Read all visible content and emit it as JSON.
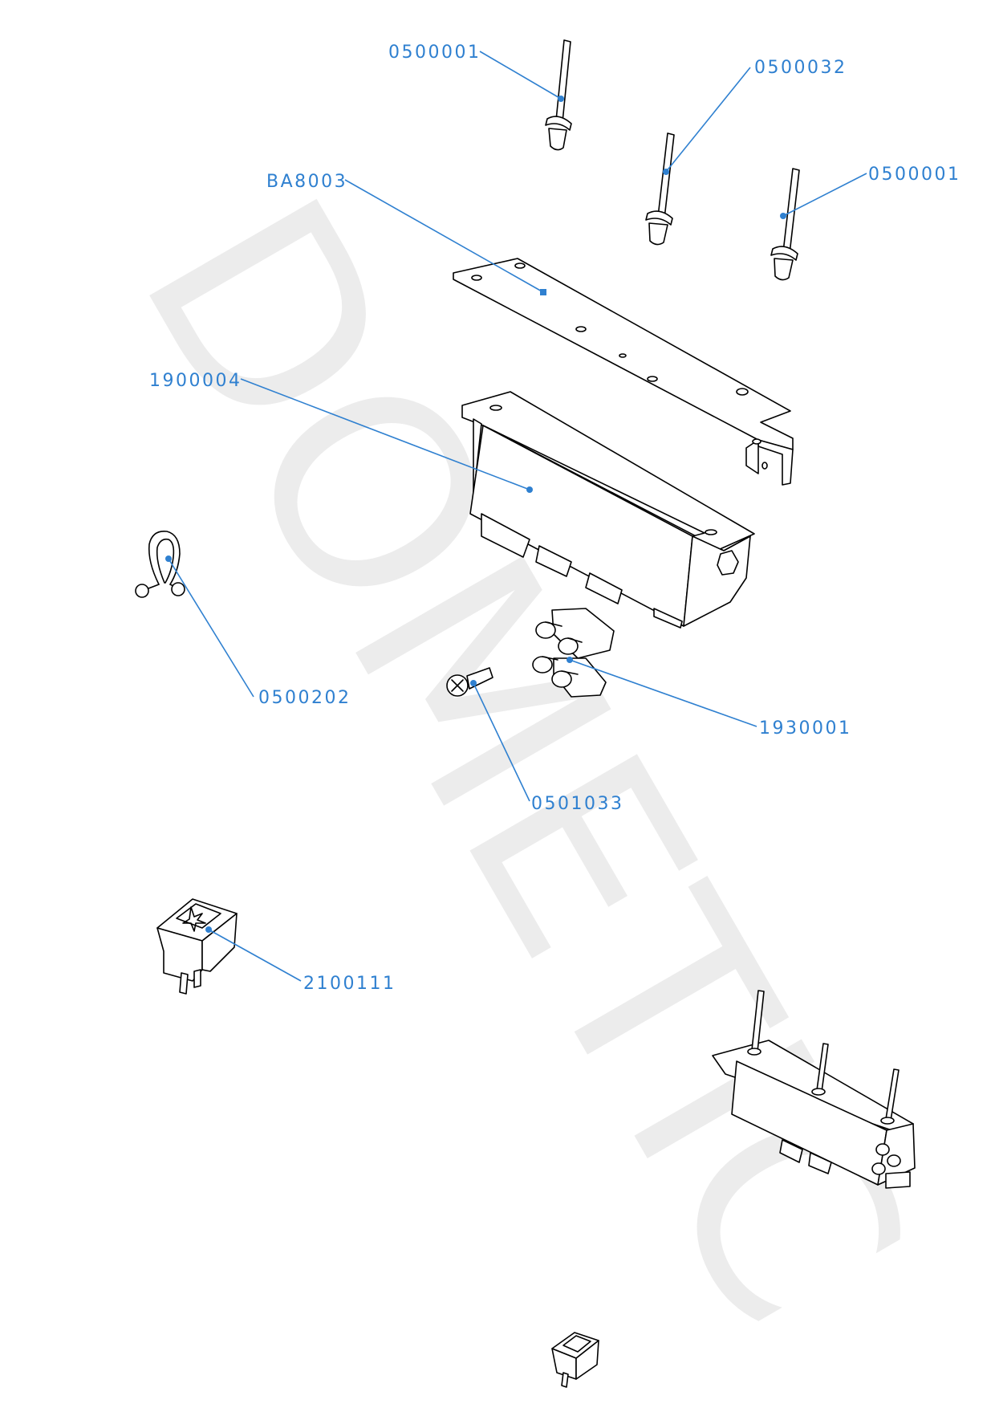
{
  "watermark": "DOMETIC",
  "labels": {
    "rivet_top": "0500001",
    "rivet_mid": "0500032",
    "rivet_right": "0500001",
    "bracket": "BA8003",
    "housing": "1900004",
    "clip": "0500202",
    "buttons": "1930001",
    "screw": "0501033",
    "rocker_switch": "2100111"
  },
  "colors": {
    "label": "#2f80d0",
    "watermark": "#ececec",
    "line_art": "#000000"
  }
}
